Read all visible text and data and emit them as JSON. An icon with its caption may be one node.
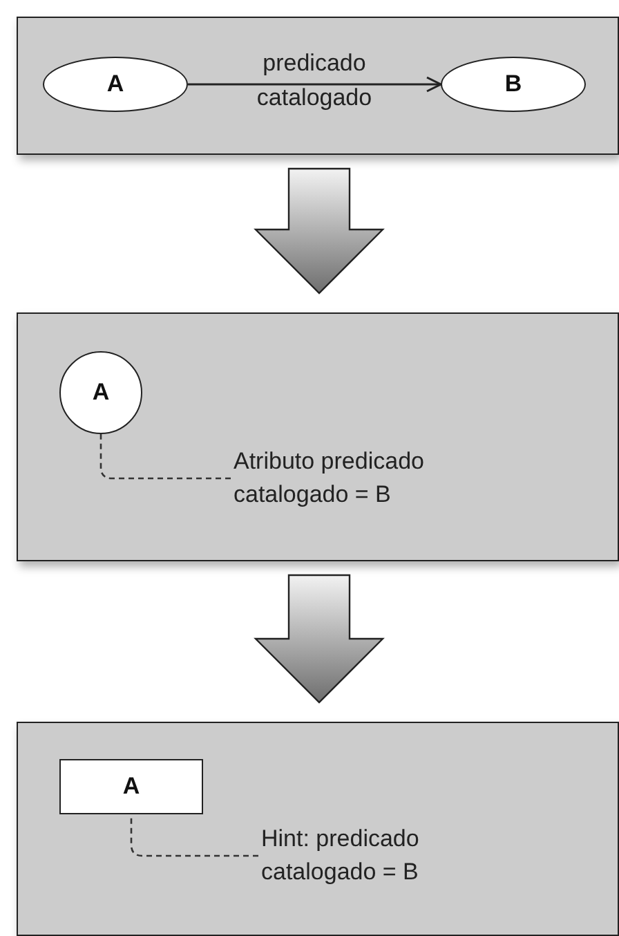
{
  "diagram": {
    "nodes": [
      {
        "text": [],
        "shape": "box"
      },
      {
        "text": [
          "A"
        ],
        "in": 0
      },
      {
        "text": [
          "B"
        ],
        "in": 0
      },
      {
        "text": [],
        "shape": "box"
      },
      {
        "text": [
          "A"
        ],
        "in": 3
      },
      {
        "text": [
          "Atributo predicado catalogado = B"
        ],
        "in": 3
      },
      {
        "text": [],
        "shape": "box"
      },
      {
        "text": [
          "A"
        ],
        "in": 6
      },
      {
        "text": [
          "Hint: predicado catalogado = B"
        ],
        "in": 6
      }
    ],
    "edges": [
      {
        "from": 1,
        "to": 2,
        "arrow": "to",
        "label": "predicado catalogado"
      },
      {
        "from": 0,
        "to": 3,
        "arrow": "to",
        "style": "thick"
      },
      {
        "from": 3,
        "to": 6,
        "arrow": "to",
        "style": "thick"
      },
      {
        "from": 5,
        "to": 4,
        "arrow": "none",
        "style": "dashed"
      },
      {
        "from": 8,
        "to": 7,
        "arrow": "none",
        "style": "dashed"
      }
    ]
  }
}
